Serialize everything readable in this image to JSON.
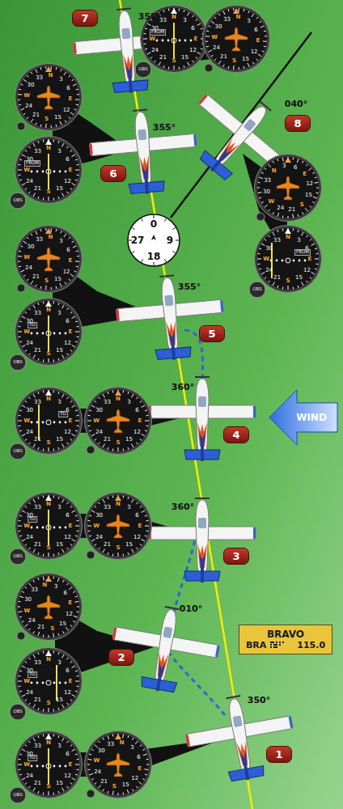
{
  "diagram": {
    "nodes": [
      {
        "text": [
          "7"
        ]
      },
      {
        "text": [
          "N",
          "3",
          "6",
          "E",
          "12",
          "15",
          "S",
          "21",
          "24",
          "W",
          "30",
          "33",
          "FROM",
          "OBS"
        ]
      },
      {
        "text": [
          "N",
          "3",
          "6",
          "E",
          "12",
          "15",
          "S",
          "21",
          "24",
          "W",
          "30",
          "33"
        ]
      },
      {
        "text": [
          "N",
          "3",
          "6",
          "E",
          "12",
          "15",
          "S",
          "21",
          "24",
          "W",
          "30",
          "33"
        ]
      },
      {
        "text": [
          "8"
        ]
      },
      {
        "text": [
          "6"
        ]
      },
      {
        "text": [
          "N",
          "3",
          "6",
          "E",
          "12",
          "15",
          "S",
          "21",
          "24",
          "W",
          "30",
          "33",
          "FROM",
          "OBS"
        ]
      },
      {
        "text": [
          "N",
          "3",
          "6",
          "E",
          "12",
          "15",
          "S",
          "21",
          "24",
          "W",
          "30",
          "33"
        ]
      },
      {
        "text": [
          "0",
          "9",
          "18",
          "27"
        ]
      },
      {
        "text": [
          "N",
          "3",
          "6",
          "E",
          "12",
          "15",
          "S",
          "21",
          "24",
          "W",
          "30",
          "33"
        ]
      },
      {
        "text": [
          "N",
          "3",
          "6",
          "E",
          "12",
          "15",
          "S",
          "21",
          "24",
          "W",
          "30",
          "33",
          "FROM",
          "OBS"
        ]
      },
      {
        "text": [
          "5"
        ]
      },
      {
        "text": [
          "N",
          "3",
          "6",
          "E",
          "12",
          "15",
          "S",
          "21",
          "24",
          "W",
          "30",
          "33",
          "TO",
          "OBS"
        ]
      },
      {
        "text": [
          "N",
          "3",
          "6",
          "E",
          "12",
          "15",
          "S",
          "21",
          "24",
          "W",
          "30",
          "33",
          "TO",
          "OBS"
        ]
      },
      {
        "text": [
          "N",
          "3",
          "6",
          "E",
          "12",
          "15",
          "S",
          "21",
          "24",
          "W",
          "30",
          "33"
        ]
      },
      {
        "text": [
          "4"
        ]
      },
      {
        "text": [
          "WIND"
        ]
      },
      {
        "text": [
          "N",
          "3",
          "6",
          "E",
          "12",
          "15",
          "S",
          "21",
          "24",
          "W",
          "30",
          "33",
          "TO",
          "OBS"
        ]
      },
      {
        "text": [
          "N",
          "3",
          "6",
          "E",
          "12",
          "15",
          "S",
          "21",
          "24",
          "W",
          "30",
          "33"
        ]
      },
      {
        "text": [
          "3"
        ]
      },
      {
        "text": [
          "N",
          "3",
          "6",
          "E",
          "12",
          "15",
          "S",
          "21",
          "24",
          "W",
          "30",
          "33"
        ]
      },
      {
        "text": [
          "BRAVO",
          "BRA",
          "115.0"
        ]
      },
      {
        "text": [
          "2"
        ]
      },
      {
        "text": [
          "N",
          "3",
          "6",
          "E",
          "12",
          "15",
          "S",
          "21",
          "24",
          "W",
          "30",
          "33",
          "TO",
          "OBS"
        ]
      },
      {
        "text": [
          "N",
          "3",
          "6",
          "E",
          "12",
          "15",
          "S",
          "21",
          "24",
          "W",
          "30",
          "33",
          "TO",
          "OBS"
        ]
      },
      {
        "text": [
          "N",
          "3",
          "6",
          "E",
          "12",
          "15",
          "S",
          "21",
          "24",
          "W",
          "30",
          "33"
        ]
      },
      {
        "text": [
          "1"
        ]
      }
    ],
    "labels": [
      "355°",
      "040°",
      "355°",
      "355°",
      "360°",
      "360°",
      "010°",
      "350°"
    ]
  }
}
